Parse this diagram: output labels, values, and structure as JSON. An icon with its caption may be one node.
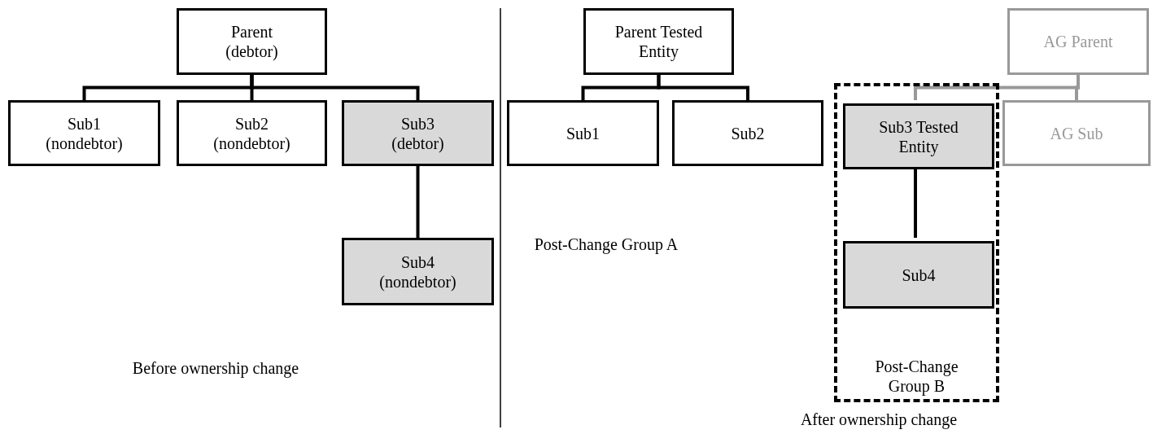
{
  "diagram": {
    "nodes": [
      {
        "text": [
          "Parent (debtor)"
        ]
      },
      {
        "text": [
          "Sub1 (nondebtor)"
        ]
      },
      {
        "text": [
          "Sub2 (nondebtor)"
        ]
      },
      {
        "text": [
          "Sub3 (debtor)"
        ]
      },
      {
        "text": [
          "Sub4 (nondebtor)"
        ]
      },
      {
        "text": [
          "Parent Tested Entity"
        ]
      },
      {
        "text": [
          "Sub1"
        ]
      },
      {
        "text": [
          "Sub2"
        ]
      },
      {
        "text": [
          "Post-Change Group B"
        ]
      },
      {
        "text": [
          "Sub3 Tested Entity"
        ],
        "in": 8
      },
      {
        "text": [
          "Sub4"
        ],
        "in": 8
      },
      {
        "text": [
          "AG Parent"
        ]
      },
      {
        "text": [
          "AG Sub"
        ]
      }
    ],
    "edges": [
      {
        "from": 0,
        "to": 1,
        "arrow": "none"
      },
      {
        "from": 0,
        "to": 2,
        "arrow": "none"
      },
      {
        "from": 0,
        "to": 3,
        "arrow": "none"
      },
      {
        "from": 3,
        "to": 4,
        "arrow": "none"
      },
      {
        "from": 5,
        "to": 6,
        "arrow": "none"
      },
      {
        "from": 5,
        "to": 7,
        "arrow": "none"
      },
      {
        "from": 9,
        "to": 10,
        "arrow": "none"
      },
      {
        "from": 11,
        "to": 9,
        "arrow": "none",
        "color": "#999999"
      },
      {
        "from": 11,
        "to": 12,
        "arrow": "none",
        "color": "#999999"
      }
    ],
    "labels": [
      "Before ownership change",
      "Post-Change Group A",
      "After ownership change"
    ]
  }
}
